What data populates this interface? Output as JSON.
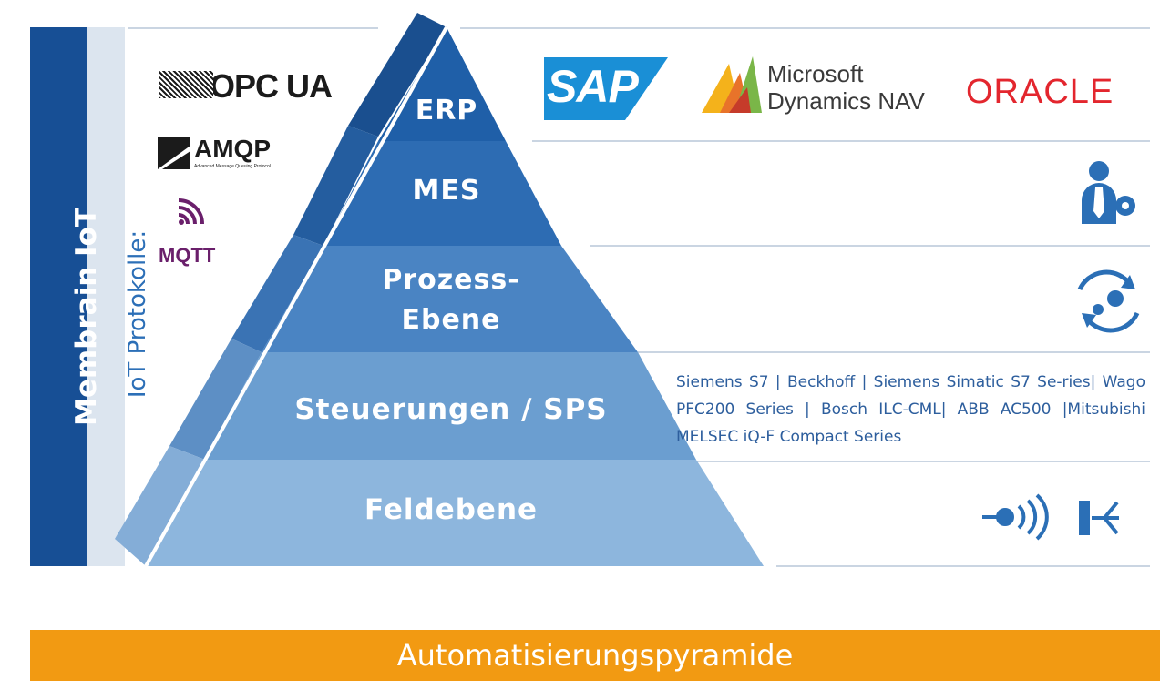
{
  "sidebar": {
    "title": "Membrain IoT",
    "subtitle": "IoT Protokolle:"
  },
  "protocols": {
    "opcua": "OPC UA",
    "amqp": "AMQP",
    "amqp_sub": "Advanced Message Queuing Protocol",
    "mqtt": "MQTT"
  },
  "levels": [
    {
      "label": "ERP",
      "color": "#1f5fa8"
    },
    {
      "label": "MES",
      "color": "#2d6cb3"
    },
    {
      "label": "Prozess-\nEbene",
      "color": "#4a84c3"
    },
    {
      "label": "Steuerungen / SPS",
      "color": "#6b9ed0"
    },
    {
      "label": "Feldebene",
      "color": "#8db6dd"
    }
  ],
  "logos": {
    "sap": "SAP",
    "microsoft_line1": "Microsoft",
    "microsoft_line2": "Dynamics NAV",
    "oracle": "ORACLE"
  },
  "controllers": "Siemens S7 | Beckhoff | Siemens Simatic S7 Se-ries| Wago PFC200 Series | Bosch ILC-CML| ABB AC500 |Mitsubishi MELSEC iQ-F Compact Series",
  "footer": "Automatisierungspyramide",
  "colors": {
    "sidebar_dark": "#174f95",
    "accent_blue": "#2c6fb7",
    "footer": "#f29a12",
    "oracle": "#e3262e",
    "sap": "#1a8fd6"
  }
}
